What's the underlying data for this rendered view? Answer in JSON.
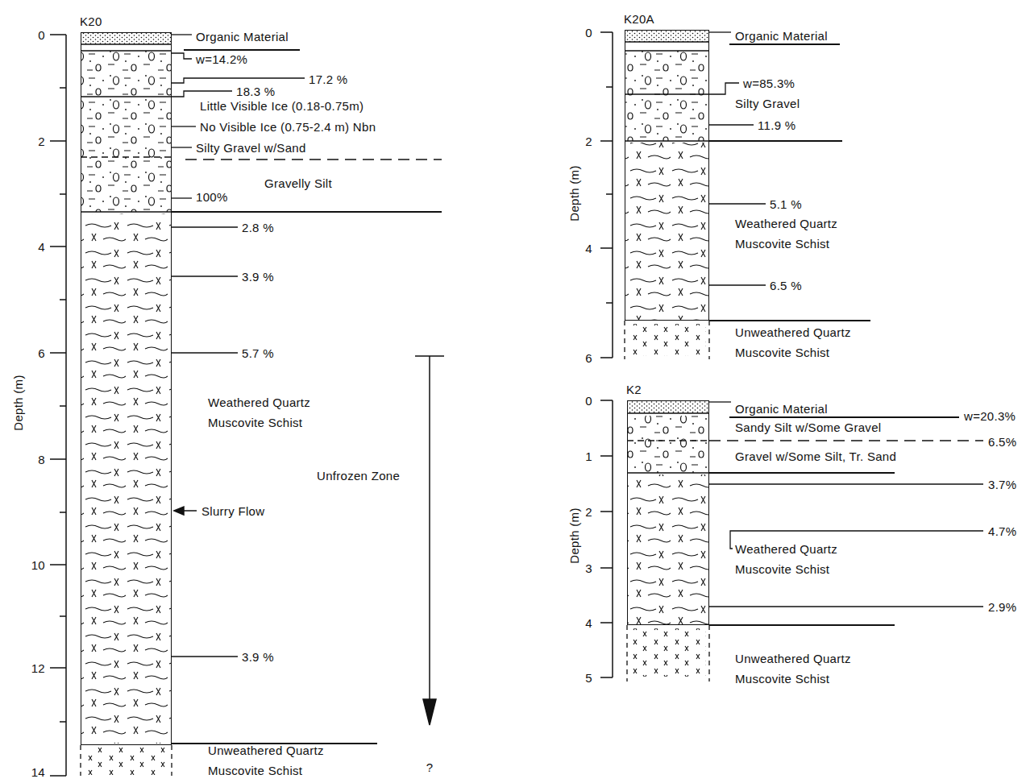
{
  "diagram": {
    "nodes": [
      {
        "text": [
          "K20"
        ]
      },
      {
        "text": [
          "K20A"
        ]
      },
      {
        "text": [
          "K2"
        ]
      }
    ],
    "labels": [
      "Depth (m)",
      "0",
      "2",
      "4",
      "6",
      "8",
      "10",
      "12",
      "14",
      "Organic Material",
      "w=14.2%",
      "17.2 %",
      "18.3 %",
      "Little Visible Ice (0.18-0.75m)",
      "No Visible Ice (0.75-2.4 m) Nbn",
      "Silty Gravel w/Sand",
      "Gravelly Silt",
      "100%",
      "2.8 %",
      "3.9 %",
      "5.7 %",
      "Weathered Quartz Muscovite Schist",
      "Unfrozen Zone",
      "Slurry Flow",
      "3.9 %",
      "Unweathered Quartz Muscovite Schist",
      "?",
      "Depth (m)",
      "0",
      "2",
      "4",
      "6",
      "Organic Material",
      "w=85.3%",
      "Silty Gravel",
      "11.9 %",
      "5.1 %",
      "Weathered Quartz Muscovite Schist",
      "6.5 %",
      "Unweathered Quartz Muscovite Schist",
      "Depth (m)",
      "0",
      "1",
      "2",
      "3",
      "4",
      "5",
      "Organic Material",
      "w=20.3%",
      "Sandy Silt w/Some Gravel",
      "6.5%",
      "Gravel w/Some Silt, Tr. Sand",
      "3.7%",
      "4.7%",
      "Weathered Quartz Muscovite Schist",
      "2.9%",
      "Unweathered Quartz Muscovite Schist"
    ]
  }
}
